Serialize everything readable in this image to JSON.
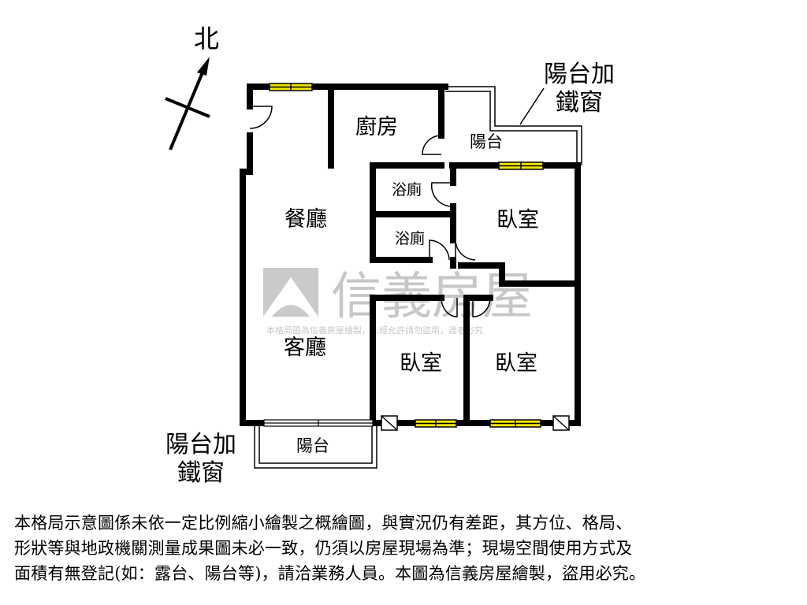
{
  "compass": {
    "north": "北"
  },
  "rooms": {
    "kitchen": "廚房",
    "balcony_top": "陽台",
    "bath_1": "浴廁",
    "bath_2": "浴廁",
    "dining": "餐廳",
    "living": "客廳",
    "bedroom_1": "臥室",
    "bedroom_2": "臥室",
    "bedroom_3": "臥室",
    "balcony_bottom": "陽台"
  },
  "annotations": {
    "top": {
      "line1": "陽台加",
      "line2": "鐵窗"
    },
    "bottom": {
      "line1": "陽台加",
      "line2": "鐵窗"
    }
  },
  "watermark": {
    "brand": "信義房屋",
    "notice": "本格局圖為信義房屋繪製，未經允許請勿盜用，違者必究"
  },
  "disclaimer": {
    "line1": "本格局示意圖係未依一定比例縮小繪製之概繪圖，與實況仍有差距，其方位、格局、",
    "line2": "形狀等與地政機關測量成果圖未必一致，仍須以房屋現場為準；現場空間使用方式及",
    "line3": "面積有無登記(如：露台、陽台等)，請洽業務人員。本圖為信義房屋繪製，盜用必究。"
  },
  "colors": {
    "wall": "#000000",
    "window_fill": "#f2e600",
    "watermark": "#9a9a9a"
  }
}
